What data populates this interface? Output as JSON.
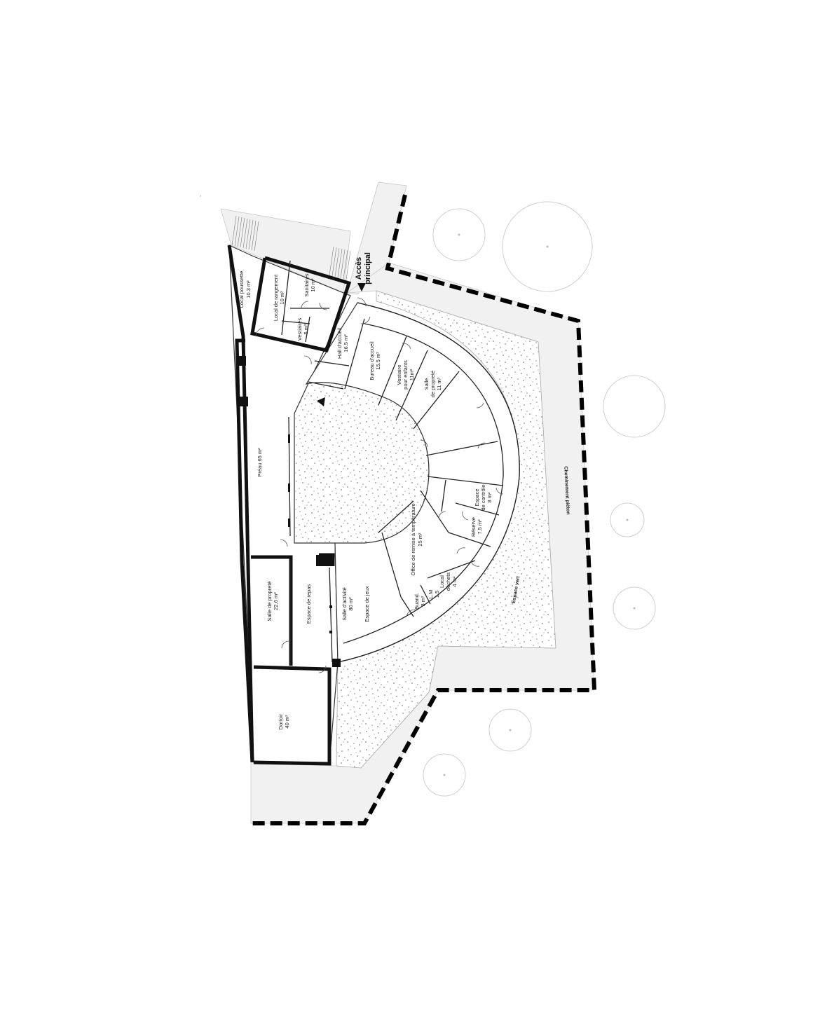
{
  "access": {
    "line1": "Accès",
    "line2": "principal"
  },
  "rooms": {
    "local_poussette": {
      "name": "Local poussette",
      "area": "10.3 m²"
    },
    "local_rangement": {
      "name": "Local de rangement",
      "area": "10 m²"
    },
    "sanitaires": {
      "name": "Sanitaires",
      "area": "10 m²"
    },
    "vestiaires": {
      "name": "Vestiaires",
      "area": "5 m²"
    },
    "hall_accueil": {
      "name": "Hall d'accueil",
      "area": "16.5 m²"
    },
    "bureau_accueil": {
      "name": "Bureau d'accueil",
      "area": "15.5 m²"
    },
    "vestiaire_enfants": {
      "name1": "Vestiaire",
      "name2": "pour enfants",
      "area": "11m²"
    },
    "salle_proprete_top": {
      "name1": "Salle",
      "name2": "de propreté",
      "area": "11 m²"
    },
    "espace_controle": {
      "name1": "Espace",
      "name2": "de contrôle",
      "area": "8 m²"
    },
    "reserve": {
      "name": "Réserve",
      "area": "7.5 m²"
    },
    "office": {
      "name": "Office de remise à température",
      "area": "25 m²"
    },
    "local_dechets": {
      "name1": "Local",
      "name2": "déchets",
      "area": "4 m²"
    },
    "buand": {
      "name": "Buand.",
      "area": "3 m²"
    },
    "lm": {
      "name": "L.M",
      "area": "1.5"
    },
    "preau": {
      "name": "Préau 65 m²"
    },
    "salle_proprete_bottom": {
      "name": "Salle de propreté",
      "area": "22.6 m²"
    },
    "espace_repas": {
      "name": "Espace de repas"
    },
    "salle_activite": {
      "name": "Salle d'activité",
      "area": "80 m²"
    },
    "espace_jeux": {
      "name": "Espace de jeux"
    },
    "dortoir": {
      "name": "Dortoir",
      "area": "40 m²"
    }
  },
  "outdoor": {
    "espace_vert": "Espace vert",
    "cheminement": "Cheminement piéton"
  },
  "colors": {
    "wall": "#111111",
    "paving": "#f1f1f1",
    "boundary": "#000000",
    "speckle": "#777777"
  }
}
